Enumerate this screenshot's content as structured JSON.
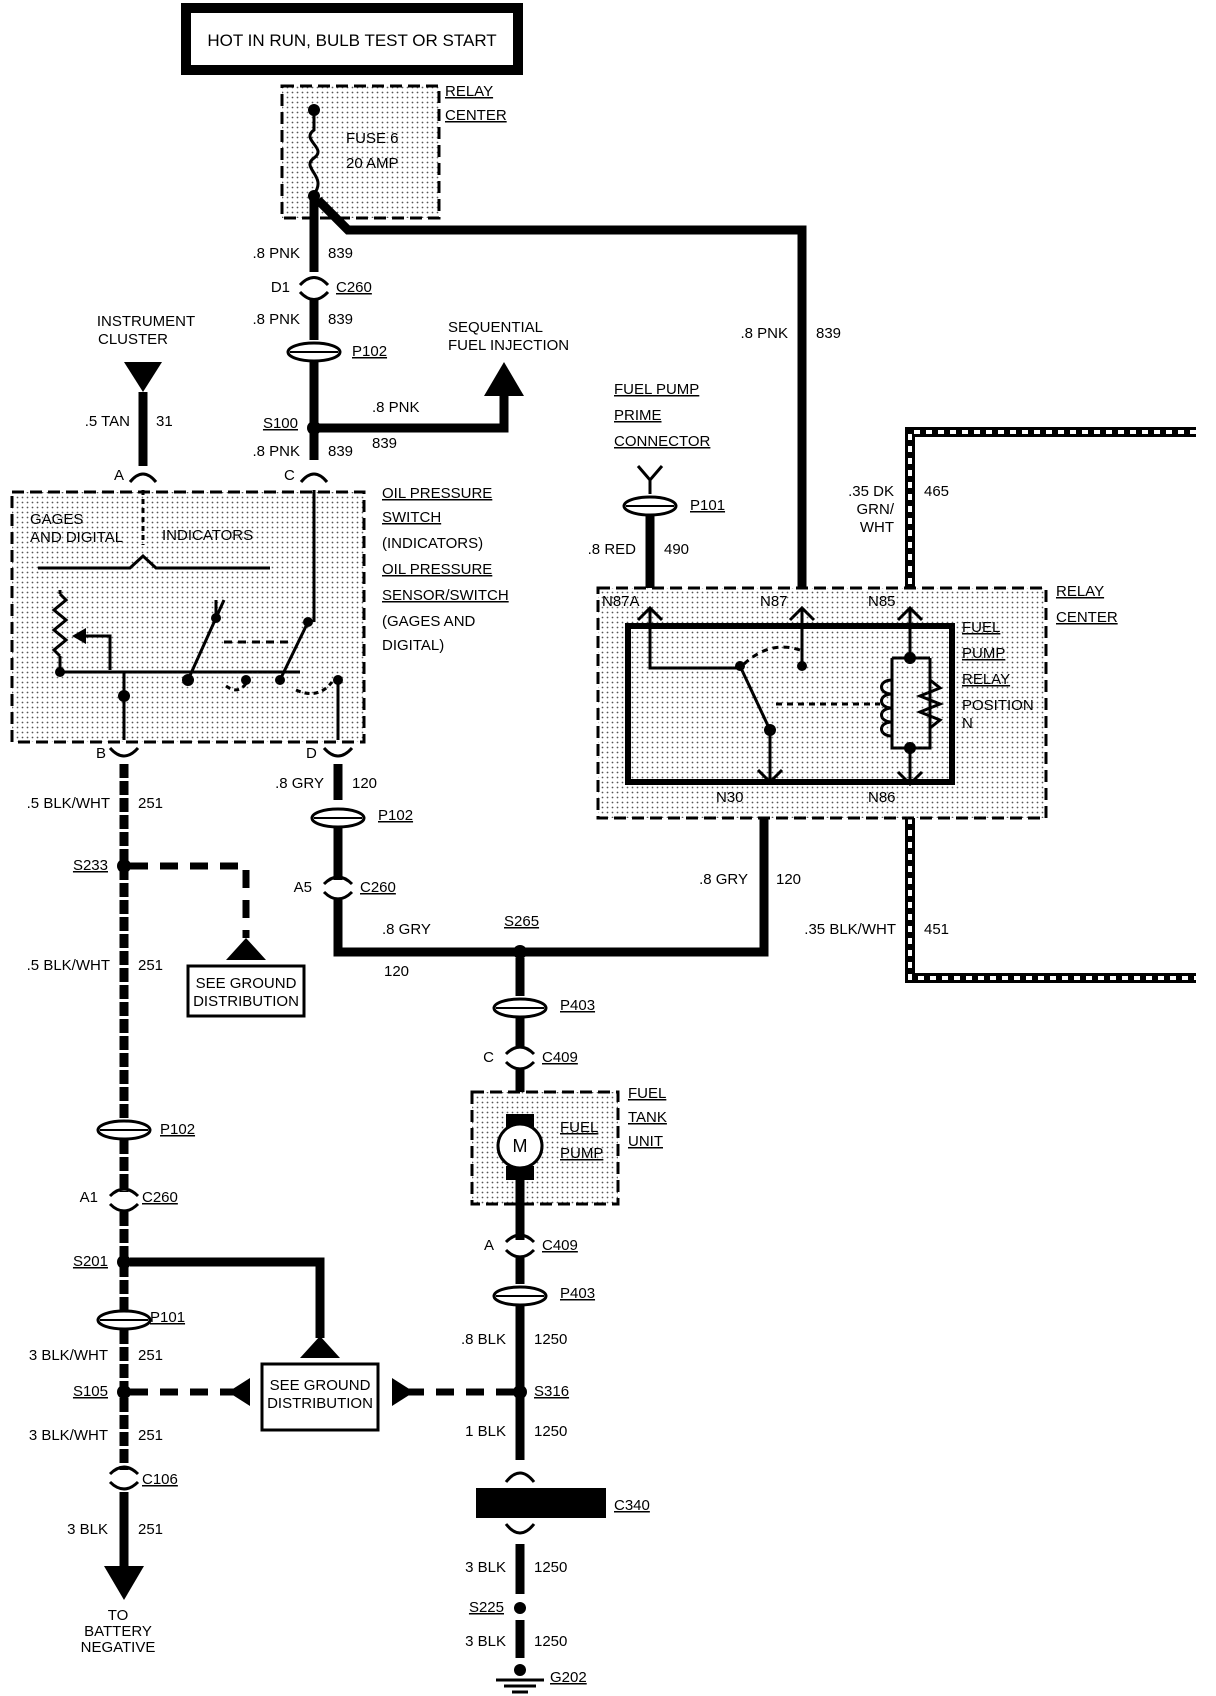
{
  "header": {
    "title": "HOT IN RUN, BULB TEST OR START"
  },
  "relay_center_top": {
    "label1": "RELAY",
    "label2": "CENTER",
    "fuse1": "FUSE 6",
    "fuse2": "20 AMP"
  },
  "wires": {
    "pnk_a_size": ".8 PNK",
    "pnk_a_circuit": "839",
    "pnk_b_size": ".8 PNK",
    "pnk_b_circuit": "839",
    "pnk_c_size": ".8 PNK",
    "pnk_c_circuit": "839",
    "pnk_d_size": ".8 PNK",
    "pnk_d_circuit": "839",
    "pnk_e_size": ".8 PNK",
    "pnk_e_circuit": "839",
    "tan_size": ".5 TAN",
    "tan_circuit": "31",
    "blkwht_a_size": ".5 BLK/WHT",
    "blkwht_a_circuit": "251",
    "blkwht_b_size": ".5 BLK/WHT",
    "blkwht_b_circuit": "251",
    "gry_a_size": ".8 GRY",
    "gry_a_circuit": "120",
    "gry_b_size": ".8 GRY",
    "gry_b_circuit": "120",
    "gry_c_size": ".8 GRY",
    "gry_c_circuit": "120",
    "red_size": ".8 RED",
    "red_circuit": "490",
    "dkgrn_1": ".35 DK",
    "dkgrn_2": "GRN/",
    "dkgrn_3": "WHT",
    "dkgrn_circuit": "465",
    "blkwht451_size": ".35 BLK/WHT",
    "blkwht451_circuit": "451",
    "blkwht3_a_size": "3 BLK/WHT",
    "blkwht3_a_circuit": "251",
    "blkwht3_b_size": "3 BLK/WHT",
    "blkwht3_b_circuit": "251",
    "blk3_size": "3 BLK",
    "blk3_circuit": "251",
    "blk8_size": ".8 BLK",
    "blk8_circuit": "1250",
    "blk1_size": "1 BLK",
    "blk1_circuit": "1250",
    "blk3b_size": "3 BLK",
    "blk3b_circuit": "1250",
    "blk3c_size": "3 BLK",
    "blk3c_circuit": "1250"
  },
  "connectors": {
    "c260_top": "C260",
    "d1": "D1",
    "p102_top": "P102",
    "s100": "S100",
    "pin_a": "A",
    "pin_c": "C",
    "pin_b": "B",
    "pin_d": "D",
    "p102_mid": "P102",
    "a5": "A5",
    "c260_mid": "C260",
    "s233": "S233",
    "s265": "S265",
    "p403_a": "P403",
    "c_pin": "C",
    "c409_a": "C409",
    "a_pin": "A",
    "c409_b": "C409",
    "p403_b": "P403",
    "s316": "S316",
    "c340": "C340",
    "s225": "S225",
    "g202": "G202",
    "p102_low": "P102",
    "a1": "A1",
    "c260_low": "C260",
    "s201": "S201",
    "p101_low": "P101",
    "s105": "S105",
    "c106": "C106",
    "p101_top": "P101",
    "n87a": "N87A",
    "n87": "N87",
    "n85": "N85",
    "n30": "N30",
    "n86": "N86"
  },
  "labels": {
    "instrument_cluster_1": "INSTRUMENT",
    "instrument_cluster_2": "CLUSTER",
    "sfi_1": "SEQUENTIAL",
    "sfi_2": "FUEL INJECTION",
    "gages_1": "GAGES",
    "gages_2": "AND DIGITAL",
    "indicators": "INDICATORS",
    "ops_1": "OIL PRESSURE",
    "ops_2": "SWITCH",
    "ops_3": "(INDICATORS)",
    "ops_4": "OIL PRESSURE",
    "ops_5": "SENSOR/SWITCH",
    "ops_6": "(GAGES AND",
    "ops_7": "DIGITAL)",
    "fppc_1": "FUEL PUMP",
    "fppc_2": "PRIME",
    "fppc_3": "CONNECTOR",
    "rc_1": "RELAY",
    "rc_2": "CENTER",
    "fpr_1": "FUEL",
    "fpr_2": "PUMP",
    "fpr_3": "RELAY",
    "fpr_4": "POSITION",
    "fpr_5": "N",
    "gd1_1": "SEE GROUND",
    "gd1_2": "DISTRIBUTION",
    "gd2_1": "SEE GROUND",
    "gd2_2": "DISTRIBUTION",
    "ftu_1": "FUEL",
    "ftu_2": "TANK",
    "ftu_3": "UNIT",
    "fp_1": "FUEL",
    "fp_2": "PUMP",
    "motor": "M",
    "batt_1": "TO",
    "batt_2": "BATTERY",
    "batt_3": "NEGATIVE"
  }
}
